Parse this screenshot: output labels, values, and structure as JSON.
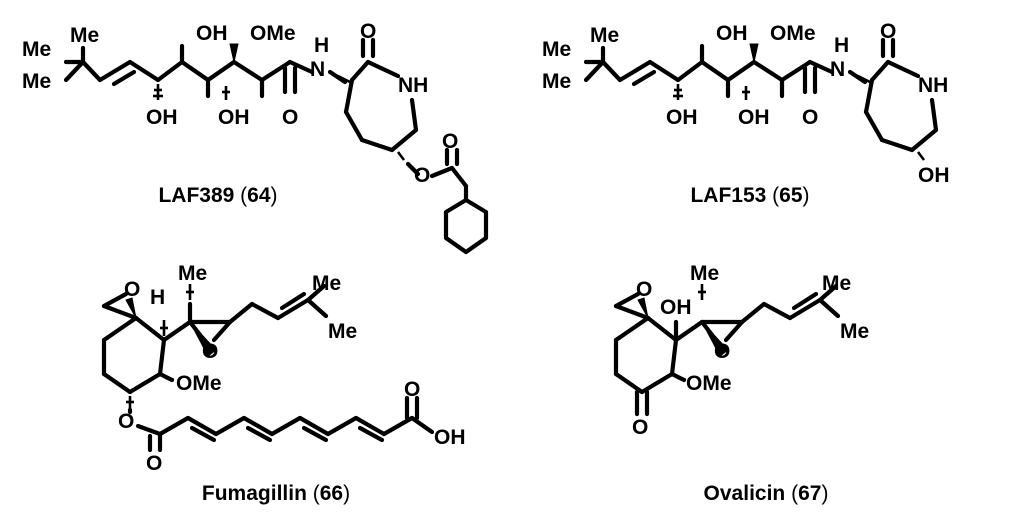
{
  "compounds": [
    {
      "name": "LAF389",
      "number": "64"
    },
    {
      "name": "LAF153",
      "number": "65"
    },
    {
      "name": "Fumagillin",
      "number": "66"
    },
    {
      "name": "Ovalicin",
      "number": "67"
    }
  ],
  "groups": {
    "me": "Me",
    "oh": "OH",
    "ome": "OMe",
    "nh": "NH",
    "n": "N",
    "h": "H",
    "o": "O"
  }
}
